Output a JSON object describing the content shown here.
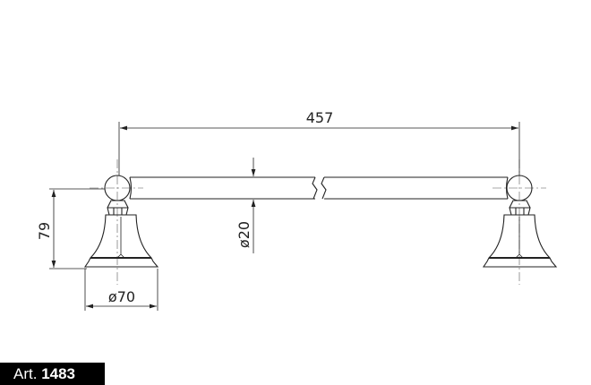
{
  "dimensions": {
    "length": "457",
    "height": "79",
    "base_diameter": "ø70",
    "bar_diameter": "ø20"
  },
  "article": {
    "prefix": "Art.",
    "number": "1483"
  }
}
